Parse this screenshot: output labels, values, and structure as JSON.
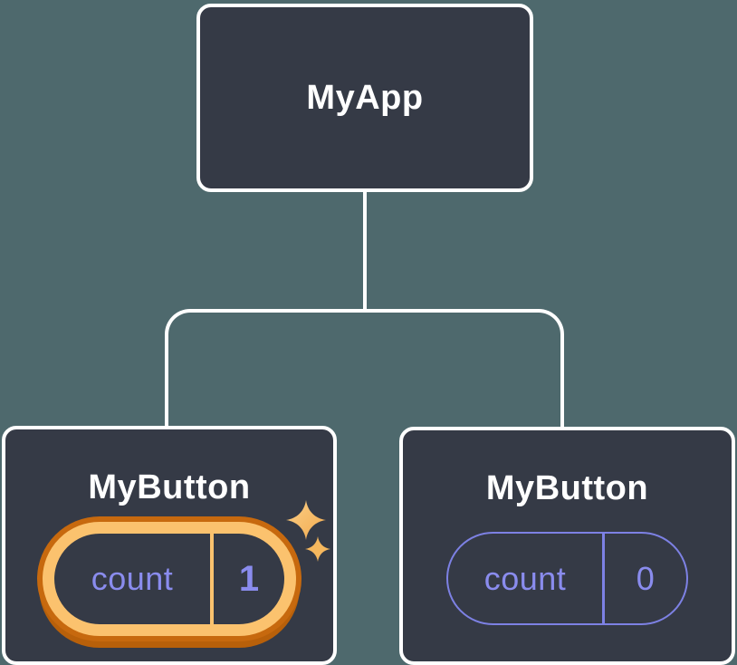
{
  "diagram": {
    "description": "React component tree with state pills",
    "root": {
      "label": "MyApp"
    },
    "children": [
      {
        "label": "MyButton",
        "state": {
          "name": "count",
          "value": "1",
          "highlighted": true
        }
      },
      {
        "label": "MyButton",
        "state": {
          "name": "count",
          "value": "0",
          "highlighted": false
        }
      }
    ]
  },
  "colors": {
    "background": "#4E696D",
    "node_fill": "#353A46",
    "node_border": "#FFFFFF",
    "label_text": "#FFFFFF",
    "state_text": "#8A8CEE",
    "state_pill_border": "#7D81E4",
    "highlight_ring_light": "#FBC26E",
    "highlight_ring_dark": "#C7690E",
    "sparkle_gold": "#F6B85E"
  }
}
